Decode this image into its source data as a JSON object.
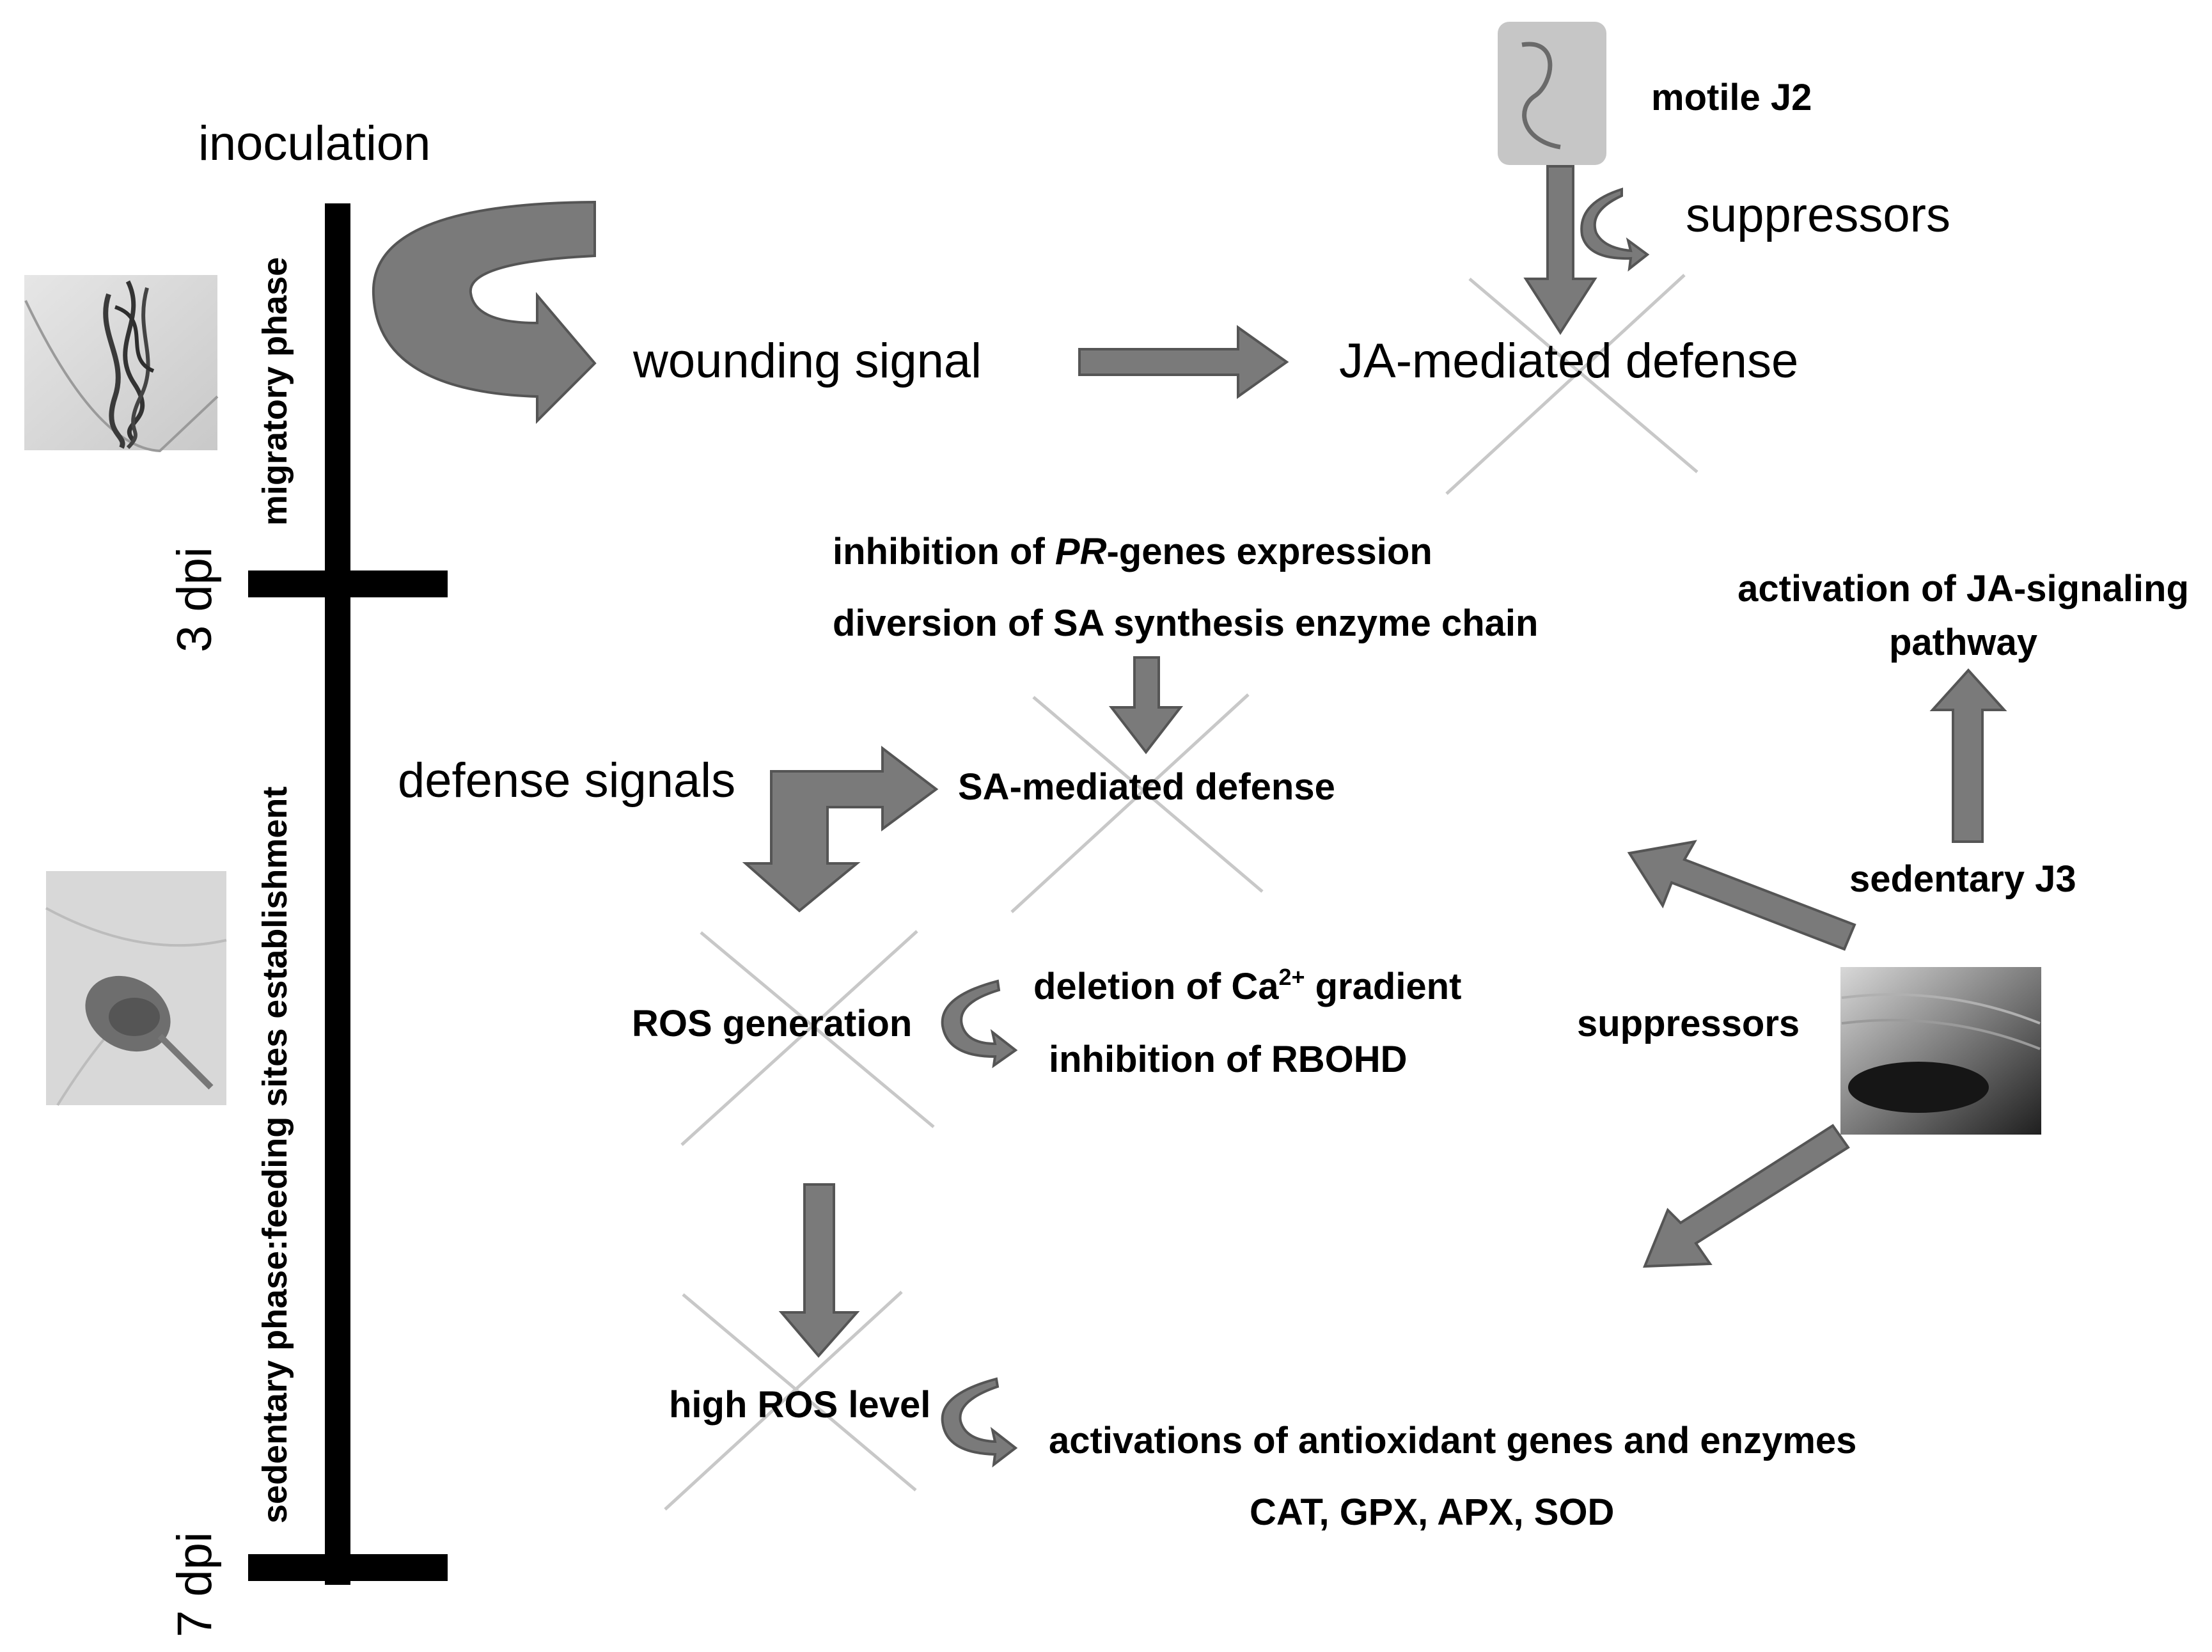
{
  "timeline": {
    "inoculation": "inoculation",
    "migratory_phase": "migratory phase",
    "dpi3": "3 dpi",
    "sedentary_phase": "sedentary phase:feeding sites establishment",
    "dpi7": "7 dpi"
  },
  "nodes": {
    "motile_j2": "motile J2",
    "suppressors_top": "suppressors",
    "wounding_signal": "wounding signal",
    "ja_defense": "JA-mediated defense",
    "inhibition_pr_prefix": "inhibition of ",
    "inhibition_pr_italic": "PR",
    "inhibition_pr_suffix": "-genes expression",
    "diversion_sa": "diversion of SA synthesis enzyme chain",
    "activation_ja_line1": "activation of JA-signaling",
    "activation_ja_line2": "pathway",
    "defense_signals": "defense signals",
    "sa_defense": "SA-mediated defense",
    "sedentary_j3": "sedentary J3",
    "ros_generation": "ROS generation",
    "deletion_ca_prefix": "deletion of Ca",
    "deletion_ca_sup": "2+",
    "deletion_ca_suffix": " gradient",
    "inhibition_rbohd": "inhibition of RBOHD",
    "suppressors_mid": "suppressors",
    "high_ros": "high ROS level",
    "antioxidant": "activations of antioxidant genes and enzymes",
    "enzymes": "CAT, GPX, APX, SOD"
  }
}
